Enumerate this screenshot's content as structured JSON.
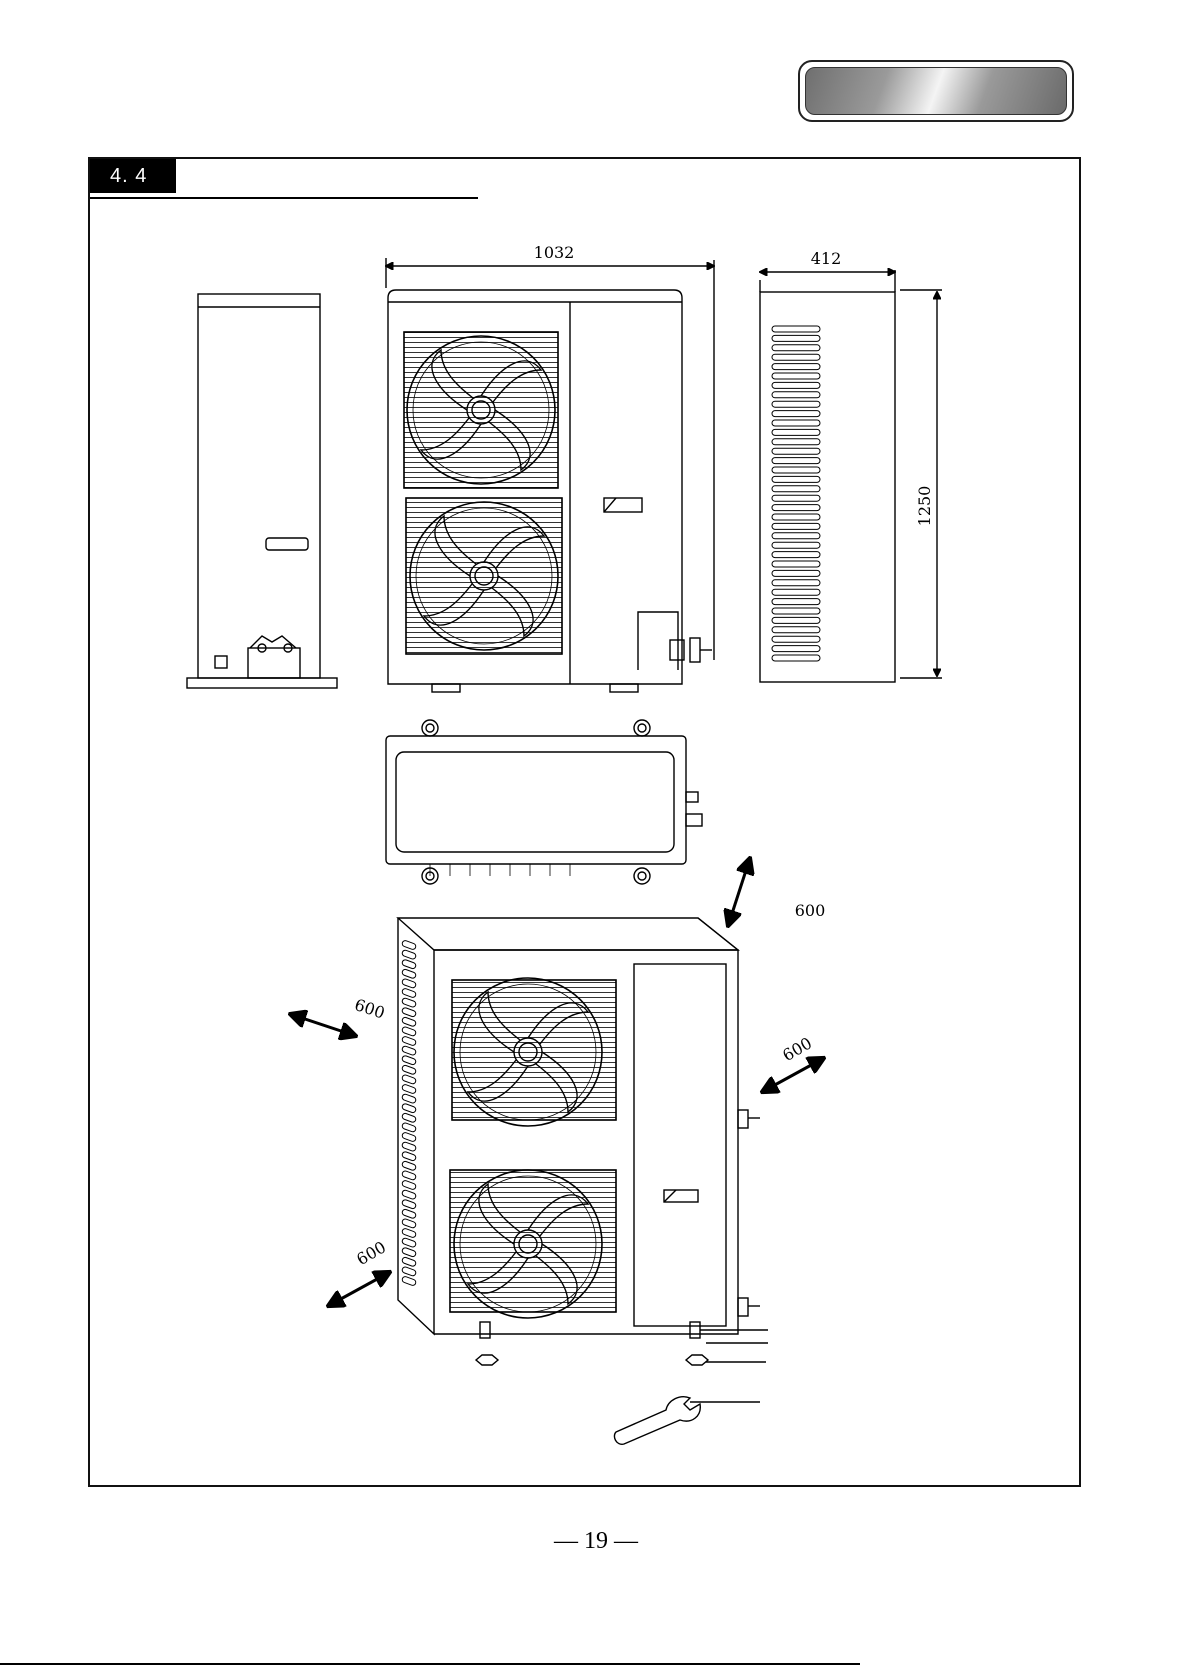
{
  "section": {
    "number": "4. 4"
  },
  "dimensions": {
    "width": "1032",
    "depth": "412",
    "height": "1250"
  },
  "clearances": {
    "top": "600",
    "left": "600",
    "right": "600",
    "rear": "600"
  },
  "page": {
    "number": "— 19 —"
  },
  "icons": [
    "fan-icon",
    "wrench-icon",
    "arrow-icon",
    "bolt-icon"
  ]
}
